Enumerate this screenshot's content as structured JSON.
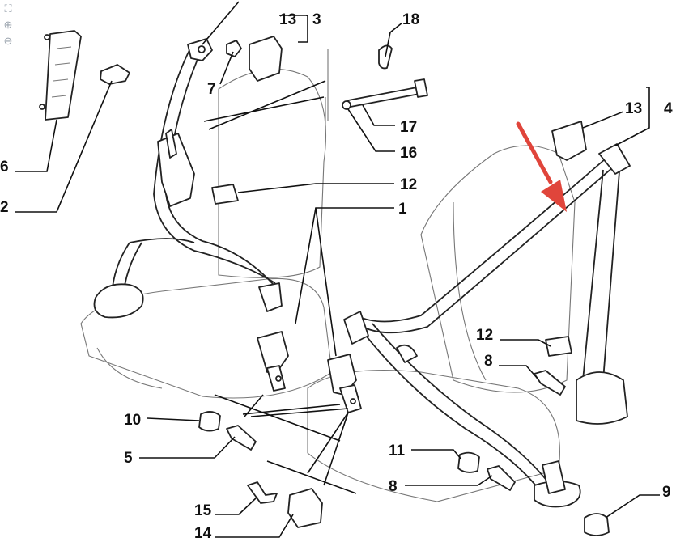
{
  "toolbar": {
    "icons": [
      "fit-screen-icon",
      "zoom-in-icon",
      "zoom-out-icon"
    ]
  },
  "highlight": {
    "color": "#e0453b"
  },
  "callouts": {
    "c13_left": "13",
    "c3": "3",
    "c7": "7",
    "c18": "18",
    "c17": "17",
    "c16": "16",
    "c12_left": "12",
    "c1": "1",
    "c6": "6",
    "c2": "2",
    "c13_right": "13",
    "c4": "4",
    "c12_right": "12",
    "c8_upper": "8",
    "c10": "10",
    "c5": "5",
    "c11": "11",
    "c8_lower": "8",
    "c15": "15",
    "c14": "14",
    "c9": "9"
  }
}
